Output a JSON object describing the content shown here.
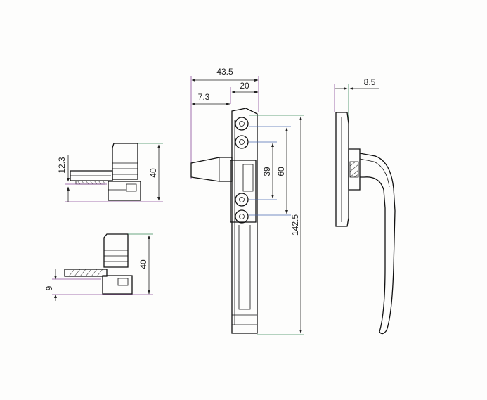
{
  "drawing": {
    "dimensions": {
      "top_overall": "43.5",
      "top_inner": "20",
      "top_offset": "7.3",
      "side_depth": "8.5",
      "hole_spacing_short": "39",
      "hole_spacing_long": "60",
      "overall_height": "142.5",
      "upper_view_height": "40",
      "upper_view_step": "12.3",
      "lower_view_height": "40",
      "lower_view_step": "9"
    },
    "colors": {
      "line": "#111111",
      "extension_green": "#3a8a5a",
      "extension_purple": "#8a4a9a",
      "extension_blue": "#4a6ab0"
    }
  }
}
